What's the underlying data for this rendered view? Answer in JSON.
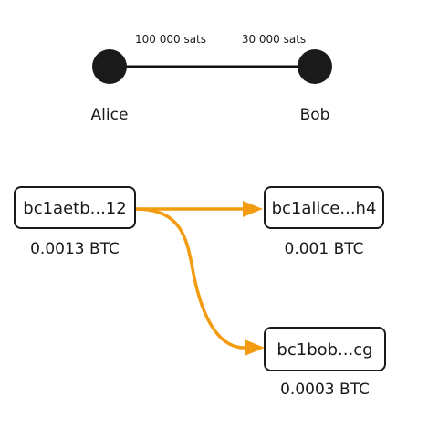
{
  "channel": {
    "left_amount": "100 000 sats",
    "right_amount": "30 000 sats",
    "left_name": "Alice",
    "right_name": "Bob"
  },
  "transaction": {
    "input": {
      "address": "bc1aetb...12",
      "amount": "0.0013 BTC"
    },
    "outputs": [
      {
        "address": "bc1alice...h4",
        "amount": "0.001 BTC"
      },
      {
        "address": "bc1bob...cg",
        "amount": "0.0003 BTC"
      }
    ]
  },
  "colors": {
    "node": "#1a1a1a",
    "flow_arrow": "#f39c12"
  }
}
